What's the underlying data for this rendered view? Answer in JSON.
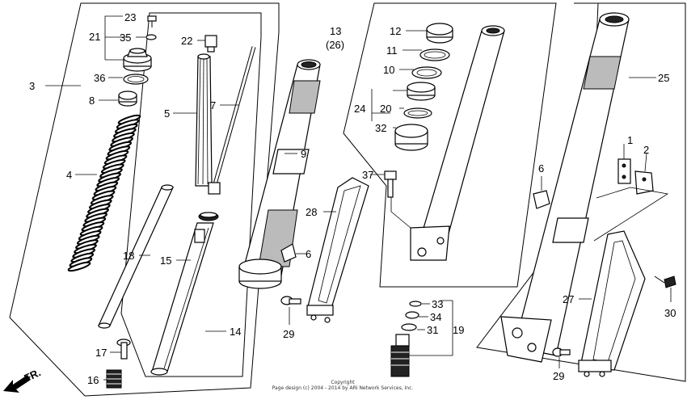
{
  "diagram": {
    "direction_label": "FR.",
    "copyright_line1": "Copyright",
    "copyright_line2": "Page design (c) 2004 - 2014 by ARI Network Services, Inc.",
    "callouts": [
      {
        "id": "c1",
        "text": "1"
      },
      {
        "id": "c2",
        "text": "2"
      },
      {
        "id": "c3",
        "text": "3"
      },
      {
        "id": "c4",
        "text": "4"
      },
      {
        "id": "c5",
        "text": "5"
      },
      {
        "id": "c6a",
        "text": "6"
      },
      {
        "id": "c6b",
        "text": "6"
      },
      {
        "id": "c7",
        "text": "7"
      },
      {
        "id": "c8",
        "text": "8"
      },
      {
        "id": "c9",
        "text": "9"
      },
      {
        "id": "c10",
        "text": "10"
      },
      {
        "id": "c11",
        "text": "11"
      },
      {
        "id": "c12",
        "text": "12"
      },
      {
        "id": "c13",
        "text": "13"
      },
      {
        "id": "c26",
        "text": "(26)"
      },
      {
        "id": "c14",
        "text": "14"
      },
      {
        "id": "c15",
        "text": "15"
      },
      {
        "id": "c16",
        "text": "16"
      },
      {
        "id": "c17",
        "text": "17"
      },
      {
        "id": "c18",
        "text": "18"
      },
      {
        "id": "c19",
        "text": "19"
      },
      {
        "id": "c20",
        "text": "20"
      },
      {
        "id": "c21",
        "text": "21"
      },
      {
        "id": "c22",
        "text": "22"
      },
      {
        "id": "c23",
        "text": "23"
      },
      {
        "id": "c24",
        "text": "24"
      },
      {
        "id": "c25",
        "text": "25"
      },
      {
        "id": "c27",
        "text": "27"
      },
      {
        "id": "c28",
        "text": "28"
      },
      {
        "id": "c29a",
        "text": "29"
      },
      {
        "id": "c29b",
        "text": "29"
      },
      {
        "id": "c30",
        "text": "30"
      },
      {
        "id": "c31",
        "text": "31"
      },
      {
        "id": "c32",
        "text": "32"
      },
      {
        "id": "c33",
        "text": "33"
      },
      {
        "id": "c34",
        "text": "34"
      },
      {
        "id": "c35",
        "text": "35"
      },
      {
        "id": "c36",
        "text": "36"
      },
      {
        "id": "c37",
        "text": "37"
      }
    ]
  }
}
